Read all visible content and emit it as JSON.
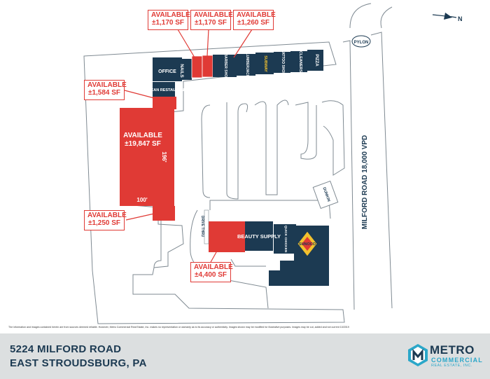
{
  "callouts": {
    "a1_label": "AVAILABLE",
    "a1_size": "±1,170 SF",
    "a2_label": "AVAILABLE",
    "a2_size": "±1,170 SF",
    "a3_label": "AVAILABLE",
    "a3_size": "±1,260 SF",
    "a4_label": "AVAILABLE",
    "a4_size": "±1,584 SF",
    "a5_label": "AVAILABLE",
    "a5_size": "±1,250 SF",
    "a6_label": "AVAILABLE",
    "a6_size": "±4,400 SF"
  },
  "anchor": {
    "label": "AVAILABLE",
    "size": "±19,847 SF",
    "dim_side": "196'",
    "dim_bottom": "100'"
  },
  "tenants": {
    "office": "OFFICE",
    "nails": "NAILS",
    "barber": "BARBER SHOP",
    "lumberjack": "LUMBERJACK",
    "subway": "SUBWAY",
    "tattoo": "TATTOO SHOP",
    "cleaners": "CLEANERS",
    "pizza": "PIZZA",
    "mexican": "MEXICAN RESTAURANT",
    "beauty": "BEAUTY SUPPLY",
    "quick_chicken": "QUICK CHICKEN",
    "sunoco": "SUNOCO",
    "dunkin": "DUNKIN",
    "drive_thru": "DRIVE THRU",
    "pylon": "PYLON"
  },
  "road": {
    "label": "MILFORD ROAD 18,000 VPD"
  },
  "compass": {
    "letter": "N"
  },
  "disclaimer": "The information and images contained herein are from sources deemed reliable. However, Metro Commercial Real Estate, Inc. makes no representation or warranty as to its accuracy or authenticity. Images shown may be modified for illustrative purposes. Images may be cut, added and not current 10/2019",
  "footer": {
    "address_line1": "5224 MILFORD ROAD",
    "address_line2": "EAST STROUDSBURG, PA"
  },
  "brand": {
    "name": "METRO",
    "sub": "COMMERCIAL",
    "sub2": "REAL ESTATE, INC."
  },
  "colors": {
    "available": "#e03a35",
    "tenant": "#1c3a52",
    "road_line": "#7f8a92",
    "accent": "#2ba7c9"
  }
}
